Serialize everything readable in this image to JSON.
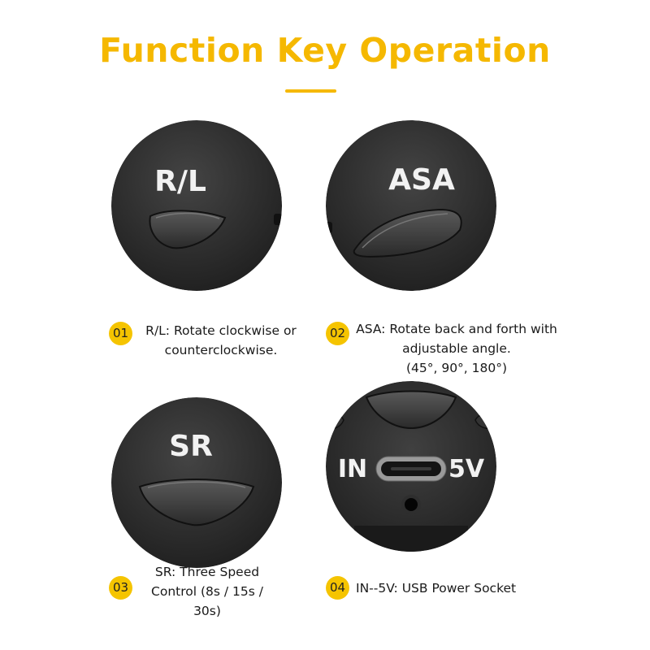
{
  "title": "Function Key Operation",
  "items": [
    {
      "number": "01",
      "key_label": "R/L",
      "lines": [
        "R/L: Rotate clockwise or",
        "counterclockwise."
      ]
    },
    {
      "number": "02",
      "key_label": "ASA",
      "lines": [
        "ASA: Rotate back and forth with",
        "adjustable angle.",
        "(45°, 90°, 180°)"
      ]
    },
    {
      "number": "03",
      "key_label": "SR",
      "lines": [
        "SR: Three Speed",
        "Control (8s / 15s /",
        "30s)"
      ]
    },
    {
      "number": "04",
      "label_in": "IN",
      "label_5v": "5V",
      "lines": [
        "IN--5V: USB Power Socket"
      ]
    }
  ],
  "colors": {
    "accent": "#f5b800",
    "badge": "#f5c400",
    "device_dark": "#2c2c2c",
    "device_key": "#4a4a4a"
  },
  "icons": [
    "rl-button-photo",
    "asa-button-photo",
    "sr-button-photo",
    "usb-c-port-photo"
  ]
}
